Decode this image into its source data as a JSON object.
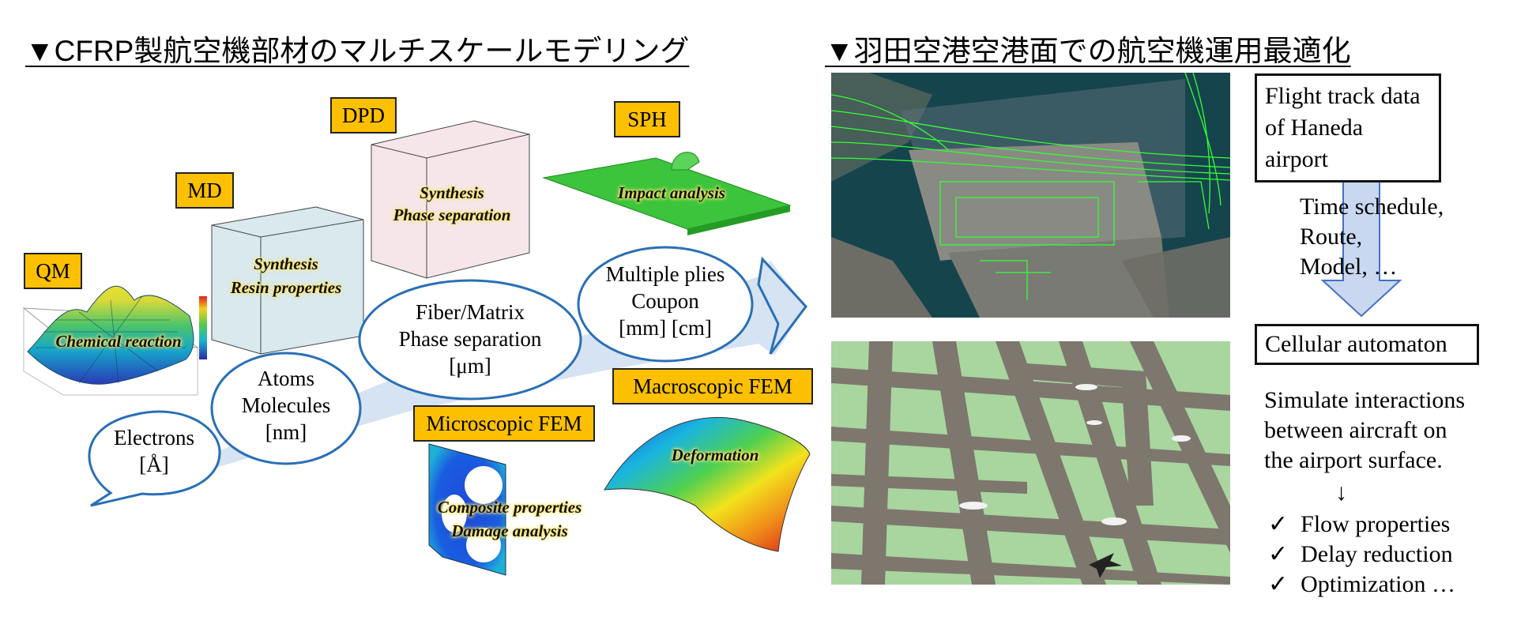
{
  "left": {
    "heading": "▼CFRP製航空機部材のマルチスケールモデリング",
    "tags": {
      "qm": "QM",
      "md": "MD",
      "dpd": "DPD",
      "sph": "SPH",
      "micro_fem": "Microscopic FEM",
      "macro_fem": "Macroscopic FEM"
    },
    "captions": {
      "qm": "Chemical reaction",
      "md_1": "Synthesis",
      "md_2": "Resin properties",
      "dpd_1": "Synthesis",
      "dpd_2": "Phase separation",
      "sph": "Impact analysis",
      "micro_1": "Composite properties",
      "micro_2": "Damage analysis",
      "macro": "Deformation"
    },
    "scales": {
      "electrons_1": "Electrons",
      "electrons_2": "[Å]",
      "atoms_1": "Atoms",
      "atoms_2": "Molecules",
      "atoms_3": "[nm]",
      "fiber_1": "Fiber/Matrix",
      "fiber_2": "Phase separation",
      "fiber_3": "[μm]",
      "plies_1": "Multiple plies",
      "plies_2": "Coupon",
      "plies_3": "[mm] [cm]"
    }
  },
  "right": {
    "heading": "▼羽田空港空港面での航空機運用最適化",
    "flight_box_1": "Flight track data",
    "flight_box_2": "of Haneda airport",
    "arrow_1": "Time schedule,",
    "arrow_2": "Route,",
    "arrow_3": "Model, …",
    "ca_box": "Cellular automaton",
    "sim_1": "Simulate interactions",
    "sim_2": "between aircraft on",
    "sim_3": "the airport surface.",
    "down_arrow": "↓",
    "checks": [
      "Flow properties",
      "Delay reduction",
      "Optimization …"
    ],
    "check_mark": "✓"
  },
  "colors": {
    "tag": "#fcc000",
    "ellipse_stroke": "#2a6fb5",
    "arrow_fill": "#d6e3f3",
    "grass": "#a9d59f",
    "taxiway": "#7d776e",
    "track": "#33ff33",
    "sea": "#16444d"
  }
}
